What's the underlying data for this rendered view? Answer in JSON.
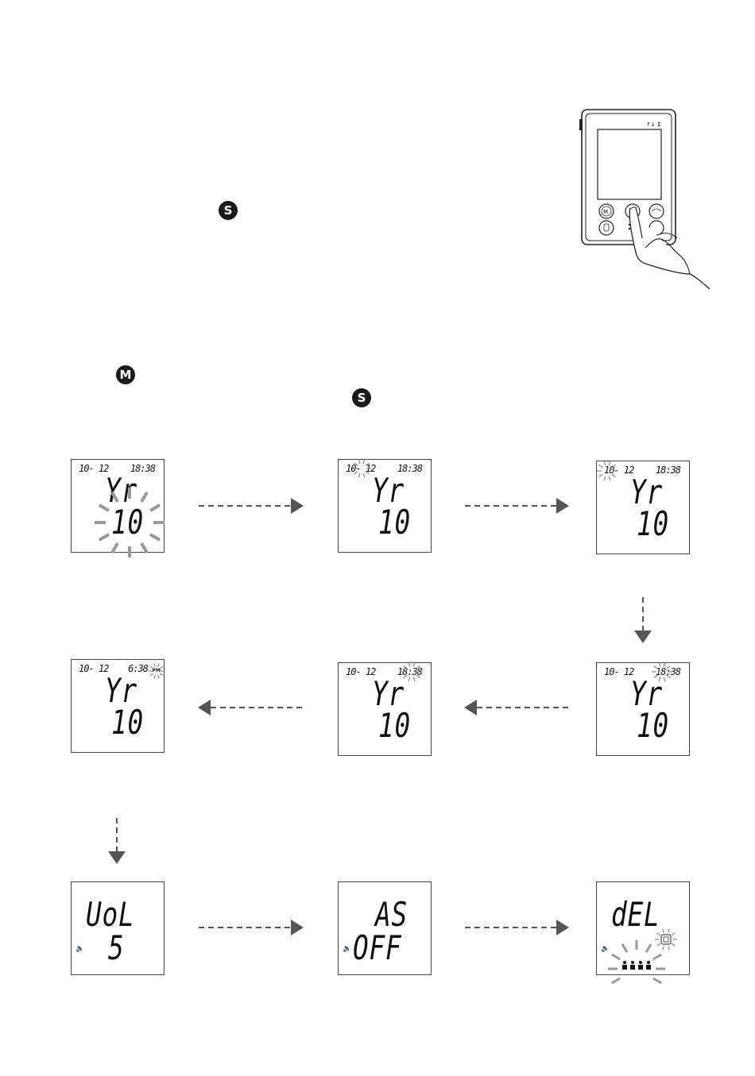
{
  "icons": {
    "s_button_label": "S",
    "m_button_label": "M"
  },
  "device": {
    "m_key": "M",
    "status_icons": "↑↓ Ʃ"
  },
  "screens": [
    {
      "date": "10- 12",
      "time": "18:38",
      "line1": "Yr",
      "line2": "10",
      "blink": "line2"
    },
    {
      "date": "10- 12",
      "time": "18:38",
      "line1": "Yr",
      "line2": "10",
      "blink": "date-month"
    },
    {
      "date": "10- 12",
      "time": "18:38",
      "line1": "Yr",
      "line2": "10",
      "blink": "date-start"
    },
    {
      "date": "10- 12",
      "time": "18:38",
      "line1": "Yr",
      "line2": "10",
      "blink": "time-hour"
    },
    {
      "date": "10- 12",
      "time": "18:38",
      "line1": "Yr",
      "line2": "10",
      "blink": "time-minute"
    },
    {
      "date": "10- 12",
      "time": "6:38",
      "ampm": "PM",
      "line1": "Yr",
      "line2": "10",
      "blink": "ampm"
    },
    {
      "line1": "UoL",
      "line2": "5",
      "speaker": true
    },
    {
      "line1": "AS",
      "line2": "OFF",
      "speaker": true
    },
    {
      "line1": "dEL",
      "line2": "",
      "speaker": true,
      "blink": "memory"
    }
  ]
}
